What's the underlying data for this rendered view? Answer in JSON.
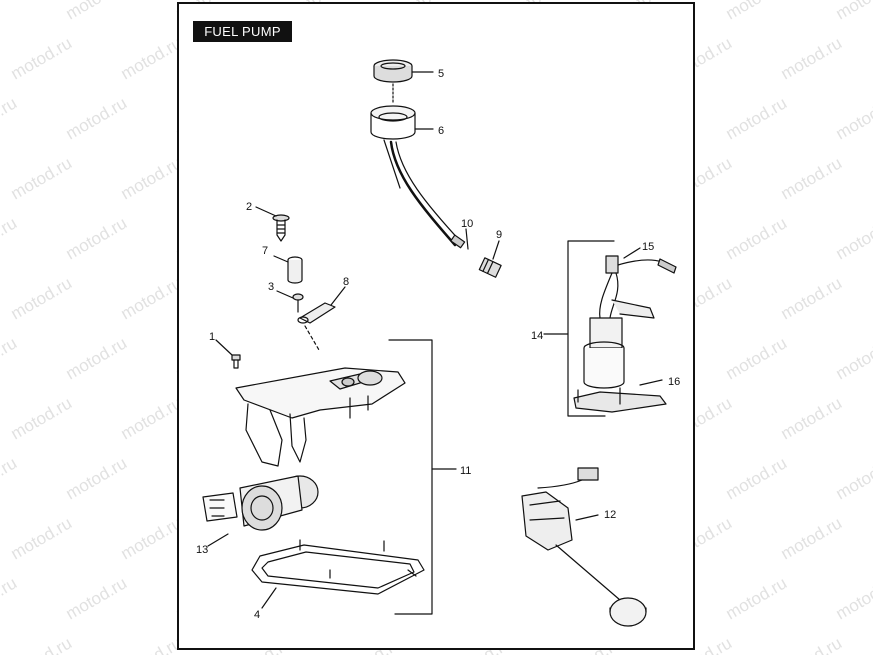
{
  "header": {
    "title": "FUEL PUMP"
  },
  "watermark": "motod.ru",
  "callouts": [
    "5",
    "6",
    "2",
    "10",
    "9",
    "7",
    "15",
    "3",
    "8",
    "14",
    "1",
    "16",
    "11",
    "12",
    "13",
    "4"
  ],
  "colors": {
    "ink": "#111111",
    "frame": "#111111",
    "watermark": "#c9c9c9",
    "title_bg": "#111111",
    "title_fg": "#ffffff"
  }
}
